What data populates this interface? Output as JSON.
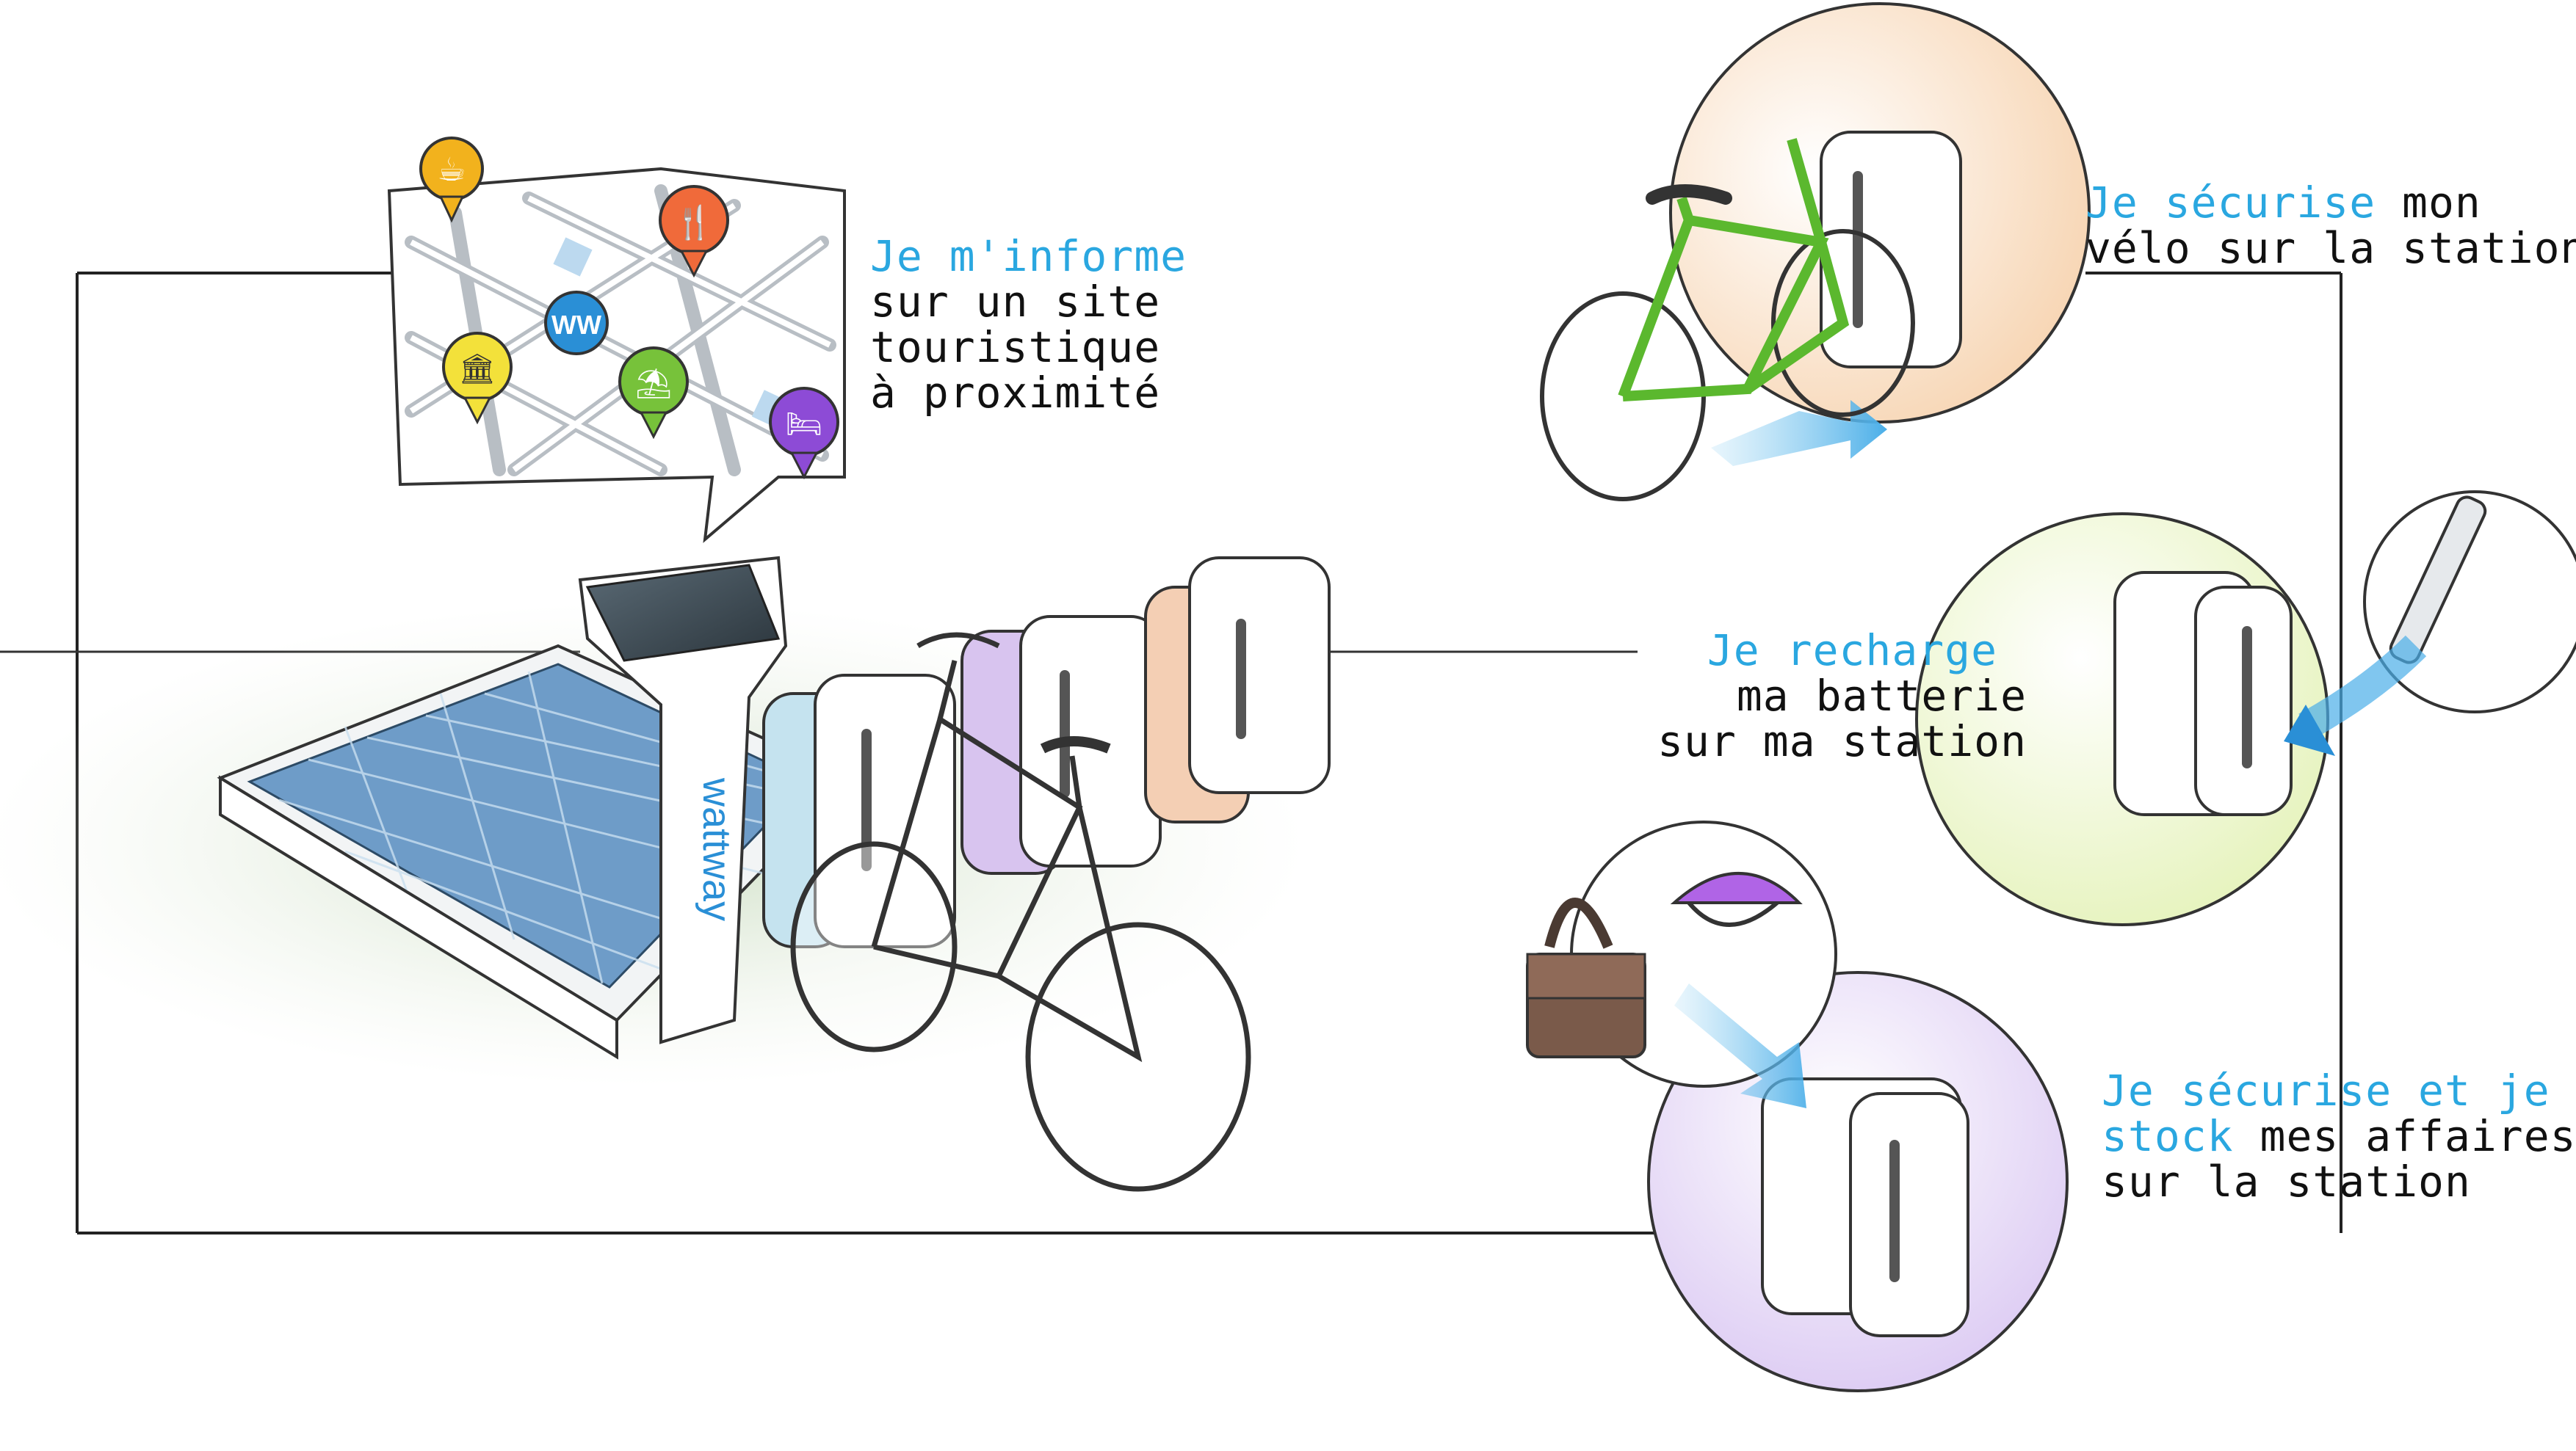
{
  "colors": {
    "accent": "#2aa7e0",
    "text": "#111111",
    "bike_green": "#7cd94a",
    "lavender": "#d9c6f2",
    "peach": "#f7d5b3",
    "lime": "#e4f2b8"
  },
  "brand": {
    "kiosk_logo": "wattway"
  },
  "map": {
    "pins": [
      {
        "icon": "coffee-icon",
        "color": "#f2b21d"
      },
      {
        "icon": "restaurant-icon",
        "color": "#f06a3a"
      },
      {
        "icon": "wattway-logo-icon",
        "color": "#2a8fd6"
      },
      {
        "icon": "monument-icon",
        "color": "#f3e13a"
      },
      {
        "icon": "picnic-icon",
        "color": "#77c23a"
      },
      {
        "icon": "hotel-icon",
        "color": "#8d4bd6"
      }
    ]
  },
  "captions": {
    "inform": {
      "highlight": "Je m'informe",
      "line2": "sur un site",
      "line3": "touristique",
      "line4": "à proximité"
    },
    "secure_bike": {
      "highlight": "Je sécurise",
      "rest1": " mon",
      "line2": "vélo sur la station"
    },
    "recharge": {
      "highlight": "Je recharge",
      "line2": "ma batterie",
      "line3": "sur ma station"
    },
    "store": {
      "highlight1": "Je sécurise et je",
      "highlight2": "stock",
      "rest2": " mes affaires",
      "line3": "sur la station"
    }
  }
}
